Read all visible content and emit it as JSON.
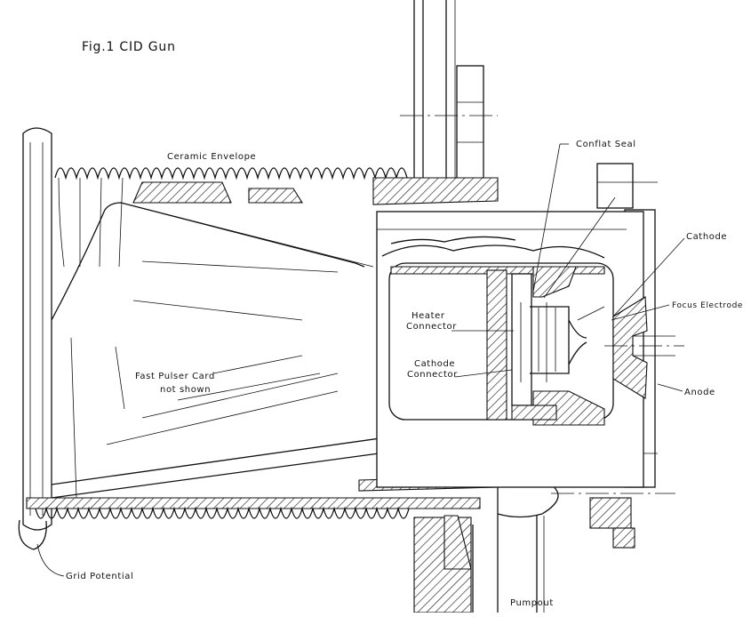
{
  "title": "Fig.1 CID Gun",
  "labels": {
    "ceramic_envelope": "Ceramic Envelope",
    "conflat_seal": "Conflat Seal",
    "cathode": "Cathode",
    "focus_electrode": "Focus Electrode",
    "heater_connector_line1": "Heater",
    "heater_connector_line2": "Connector",
    "cathode_connector_line1": "Cathode",
    "cathode_connector_line2": "Connector",
    "anode": "Anode",
    "fast_pulser_line1": "Fast Pulser Card",
    "fast_pulser_line2": "not shown",
    "grid_potential": "Grid Potential",
    "pumpout": "Pumpout"
  }
}
